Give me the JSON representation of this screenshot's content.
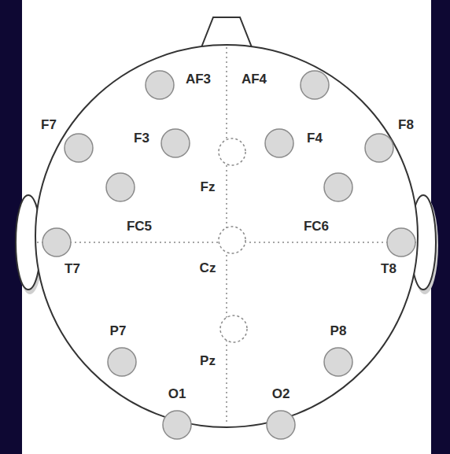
{
  "diagram": {
    "labels": [
      "AF3",
      "AF4",
      "F7",
      "F3",
      "F4",
      "F8",
      "Fz",
      "FC5",
      "FC6",
      "T7",
      "Cz",
      "T8",
      "P7",
      "P8",
      "Pz",
      "O1",
      "O2"
    ]
  }
}
